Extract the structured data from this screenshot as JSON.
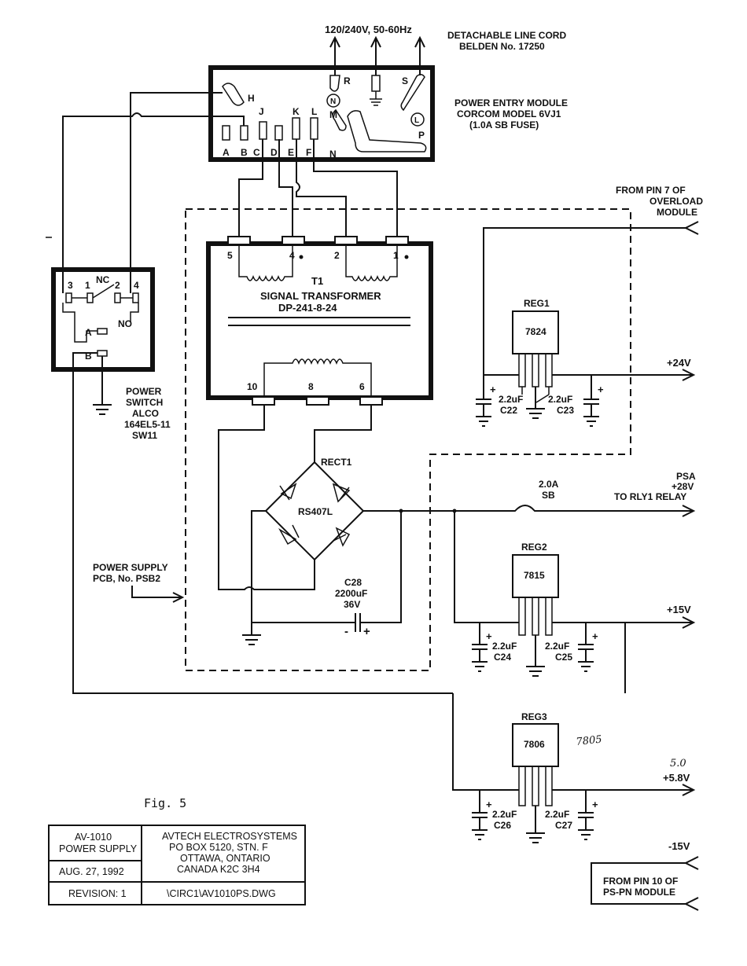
{
  "mains": {
    "voltage": "120/240V, 50-60Hz"
  },
  "line_cord": {
    "line1": "DETACHABLE LINE CORD",
    "line2": "BELDEN No. 17250"
  },
  "power_entry_module": {
    "line1": "POWER ENTRY MODULE",
    "line2": "CORCOM MODEL 6VJ1",
    "line3": "(1.0A SB FUSE)",
    "terminal_labels": [
      "A",
      "B",
      "C",
      "D",
      "E",
      "F",
      "H",
      "J",
      "K",
      "L",
      "M",
      "N",
      "P",
      "R",
      "S"
    ],
    "neutral_symbol": "N",
    "line_symbol": "L"
  },
  "overload_input": {
    "line1": "FROM PIN 7 OF",
    "line2": "OVERLOAD",
    "line3": "MODULE"
  },
  "power_switch": {
    "pin_labels": [
      "3",
      "1",
      "NC",
      "2",
      "4",
      "NO",
      "A",
      "B"
    ],
    "line1": "POWER",
    "line2": "SWITCH",
    "line3": "ALCO",
    "line4": "164EL5-11",
    "line5": "SW11"
  },
  "transformer": {
    "ref": "T1",
    "name": "SIGNAL TRANSFORMER",
    "part": "DP-241-8-24",
    "primary_pins": [
      "5",
      "4",
      "2",
      "1"
    ],
    "secondary_pins": [
      "10",
      "8",
      "6"
    ]
  },
  "rectifier": {
    "ref": "RECT1",
    "part": "RS407L"
  },
  "psb": {
    "line1": "POWER SUPPLY",
    "line2": "PCB, No. PSB2"
  },
  "bulk_cap": {
    "ref": "C28",
    "value": "2200uF",
    "voltage": "36V",
    "minus": "-",
    "plus": "+"
  },
  "fuse": {
    "rating": "2.0A",
    "type": "SB"
  },
  "psa_output": {
    "line1": "PSA",
    "line2": "+28V",
    "line3": "TO RLY1 RELAY"
  },
  "regulators": [
    {
      "ref": "REG1",
      "part": "7824",
      "output": "+24V",
      "cap_in_value": "2.2uF",
      "cap_in_ref": "C22",
      "cap_out_value": "2.2uF",
      "cap_out_ref": "C23"
    },
    {
      "ref": "REG2",
      "part": "7815",
      "output": "+15V",
      "cap_in_value": "2.2uF",
      "cap_in_ref": "C24",
      "cap_out_value": "2.2uF",
      "cap_out_ref": "C25"
    },
    {
      "ref": "REG3",
      "part": "7806",
      "output": "+5.8V",
      "cap_in_value": "2.2uF",
      "cap_in_ref": "C26",
      "cap_out_value": "2.2uF",
      "cap_out_ref": "C27"
    }
  ],
  "handwritten": {
    "reg3_part": "7805",
    "output_value": "5.0"
  },
  "minus15": {
    "label": "-15V",
    "line1": "FROM PIN 10 OF",
    "line2": "PS-PN MODULE"
  },
  "figure": {
    "label": "Fig. 5"
  },
  "title_block": {
    "title_line1": "AV-1010",
    "title_line2": "POWER SUPPLY",
    "date": "AUG. 27, 1992",
    "revision": "REVISION: 1",
    "company_line1": "AVTECH ELECTROSYSTEMS",
    "company_line2": "PO BOX 5120, STN. F",
    "company_line3": "OTTAWA, ONTARIO",
    "company_line4": "CANADA   K2C 3H4",
    "file": "\\CIRC1\\AV1010PS.DWG"
  }
}
